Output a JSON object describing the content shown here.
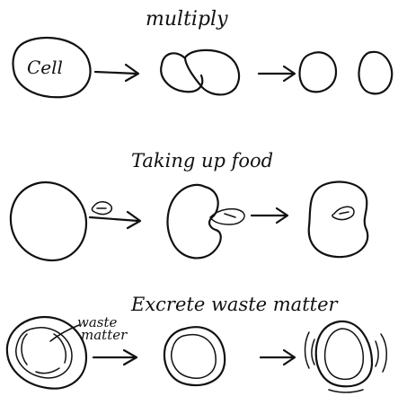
{
  "sections": [
    {
      "title": "multiply",
      "label": "Cell"
    },
    {
      "title": "Taking up food"
    },
    {
      "title": "Excrete waste matter",
      "label": "waste matter",
      "label_lines": [
        "waste",
        "matter"
      ]
    }
  ]
}
